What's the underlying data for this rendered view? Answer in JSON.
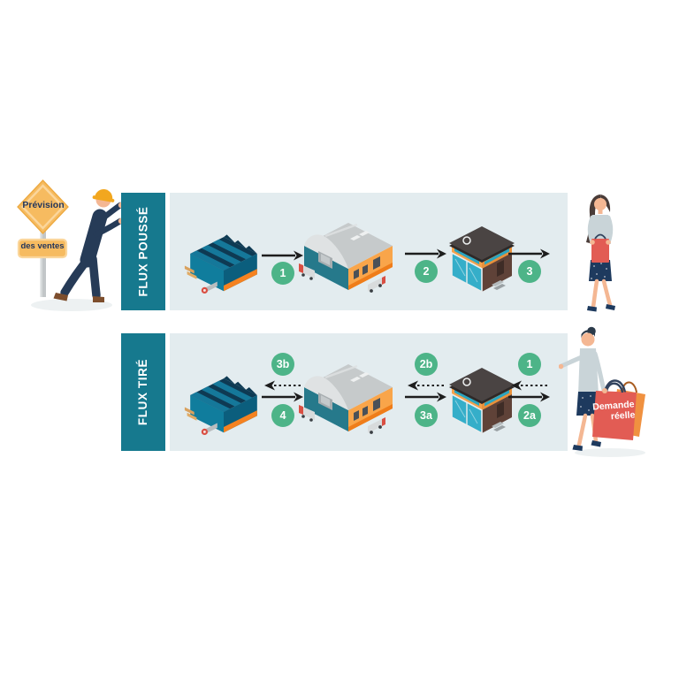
{
  "diagram": {
    "push_flow": {
      "label": "FLUX POUSSÉ",
      "steps": [
        "1",
        "2",
        "3"
      ]
    },
    "pull_flow": {
      "label": "FLUX TIRÉ",
      "connectors": [
        {
          "up": "3b",
          "down": "4"
        },
        {
          "up": "2b",
          "down": "3a"
        },
        {
          "up": "1",
          "down": "2a"
        }
      ]
    },
    "forecast_sign": {
      "line1": "Prévision",
      "line2": "des ventes"
    },
    "demand_bag": {
      "line1": "Demande",
      "line2": "réelle"
    }
  },
  "icons": {
    "factory": "factory-building-icon",
    "warehouse": "warehouse-building-icon",
    "store": "retail-store-icon",
    "worker": "worker-pushing-icon",
    "customer_push": "customer-icon",
    "customer_pull": "customer-with-bags-icon",
    "solid_arrow": "solid-right-arrow-icon",
    "dotted_arrow": "dotted-left-arrow-icon"
  },
  "colors": {
    "teal": "#16798e",
    "band-bg": "#e3ecef",
    "green": "#4db488",
    "arrow": "#1d1d1d",
    "sign-fill": "#f6bb60",
    "sign-border": "#fbd69b",
    "sign-text": "#23365c",
    "bag-red": "#e25c54",
    "bag-orange": "#f09140",
    "navy": "#263b57"
  }
}
